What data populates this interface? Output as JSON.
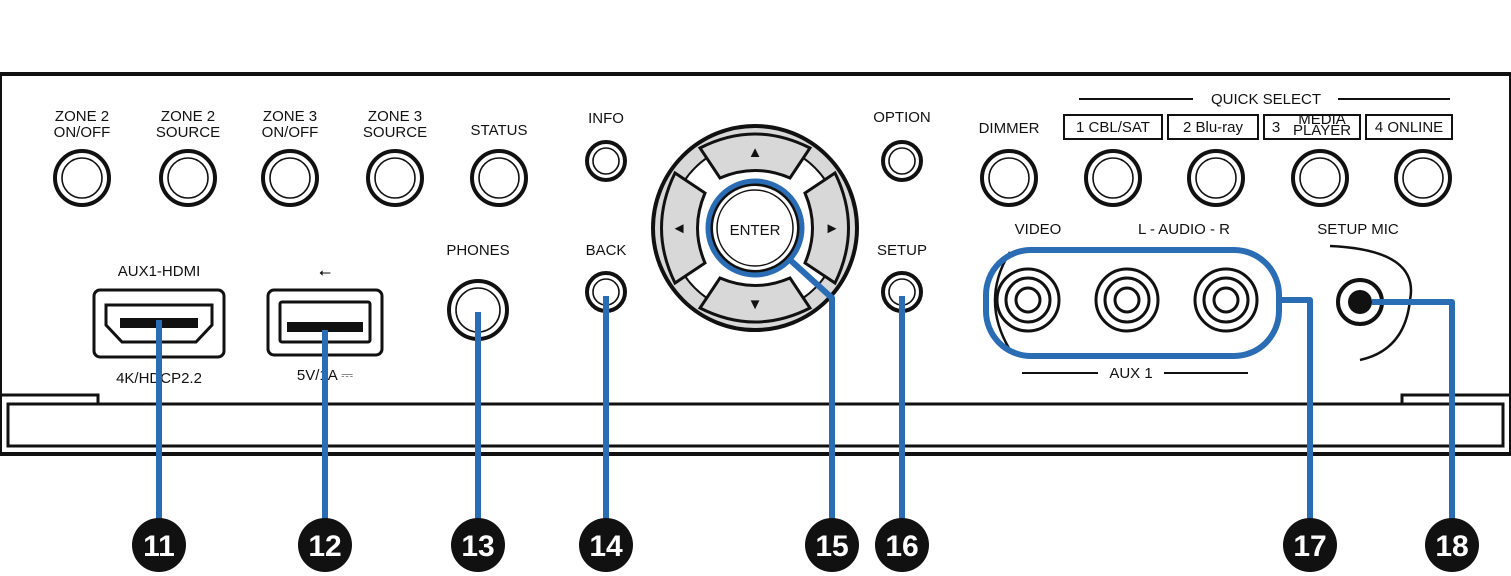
{
  "panel": {
    "buttons_top_labels": [
      [
        "ZONE 2",
        "ON/OFF"
      ],
      [
        "ZONE 2",
        "SOURCE"
      ],
      [
        "ZONE 3",
        "ON/OFF"
      ],
      [
        "ZONE 3",
        "SOURCE"
      ],
      [
        "STATUS"
      ]
    ],
    "info_label": "INFO",
    "option_label": "OPTION",
    "dimmer_label": "DIMMER",
    "quick_select_title": "QUICK SELECT",
    "quick_select_items": [
      "1 CBL/SAT",
      "2 Blu-ray",
      "3",
      "4 ONLINE"
    ],
    "quick_select_3_sub": [
      "MEDIA",
      "PLAYER"
    ],
    "enter_label": "ENTER",
    "arrows": {
      "up": "▲",
      "down": "▼",
      "left": "◄",
      "right": "►"
    },
    "hdmi_label": "AUX1-HDMI",
    "hdmi_sublabel": "4K/HDCP2.2",
    "usb_symbol": "⭠",
    "usb_sublabel": "5V/1A ⎓",
    "phones_label": "PHONES",
    "back_label": "BACK",
    "setup_label": "SETUP",
    "video_label": "VIDEO",
    "audio_label": "L - AUDIO - R",
    "setup_mic_label": "SETUP MIC",
    "aux_label": "AUX 1"
  },
  "callouts": [
    "11",
    "12",
    "13",
    "14",
    "15",
    "16",
    "17",
    "18"
  ],
  "colors": {
    "callout_line": "#2a6db5",
    "dpad_ring": "#d8d8d8",
    "panel_outline": "#111111"
  }
}
